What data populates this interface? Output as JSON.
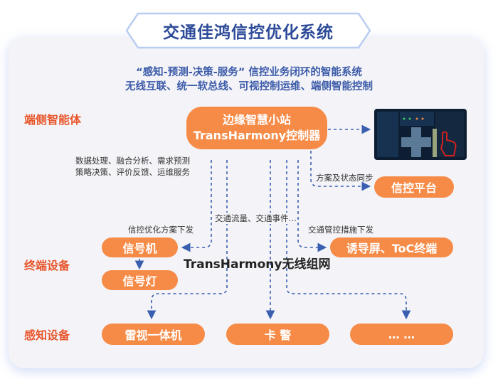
{
  "title": "交通佳鸿信控优化系统",
  "subtitle_lines": [
    "“感知-预测-决策-服务” 信控业务闭环的智能系统",
    "无线互联、统一软总线、可视控制运维、端侧智能控制"
  ],
  "layers": {
    "edge": "端侧智能体",
    "terminal": "终端设备",
    "sensing": "感知设备"
  },
  "edge_station": {
    "line1": "边缘智慧小站",
    "line2": "TransHarmony控制器"
  },
  "edge_functions": [
    "数据处理、融合分析、需求预测",
    "策略决策、评价反馈、运维服务"
  ],
  "platform": "信控平台",
  "flows": {
    "sync": "方案及状态同步",
    "traffic_data": "交通流量、交通事件…",
    "plan_dispatch": "信控优化方案下发",
    "control_dispatch": "交通管控措施下发"
  },
  "terminals": {
    "signal_controller": "信号机",
    "signal_light": "信号灯",
    "guidance": "诱导屏、ToC终端"
  },
  "wireless": "TransHarmony无线组网",
  "sensors": [
    "雷视一体机",
    "卡 警",
    "… …"
  ],
  "colors": {
    "accent": "#f68b47",
    "title": "#2d4b99",
    "layer_label": "#e8552a",
    "arrow": "#3a5fb0"
  }
}
